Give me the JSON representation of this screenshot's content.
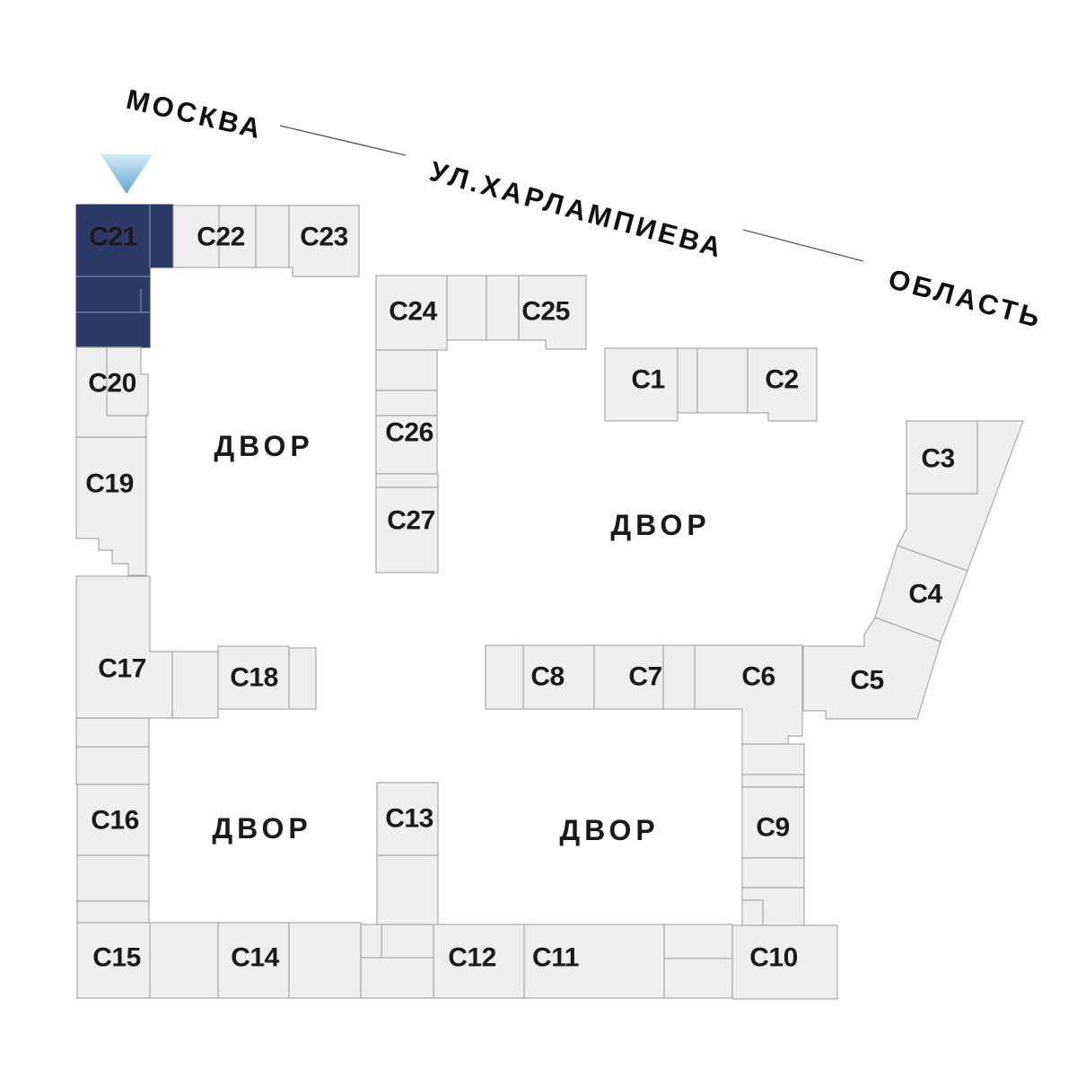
{
  "plan": {
    "street_labels": {
      "left": "МОСКВА",
      "middle": "УЛ.ХАРЛАМПИЕВА",
      "right": "ОБЛАСТЬ"
    },
    "courtyard_label": "ДВОР",
    "selected_block": "С21",
    "colors": {
      "background": "#ffffff",
      "block_fill": "#efefef",
      "block_border": "#a9a9a9",
      "label_text": "#1a1a1a",
      "selected_fill": "#2d3a66",
      "selected_divider": "#7e88a5",
      "selected_text": "#ffffff",
      "street_text": "#111111",
      "marker_gradient_top": "#d3eaf6",
      "marker_gradient_bottom": "#5ea5d1"
    },
    "blocks": {
      "c1": {
        "label": "С1"
      },
      "c2": {
        "label": "С2"
      },
      "c3": {
        "label": "С3"
      },
      "c4": {
        "label": "С4"
      },
      "c5": {
        "label": "С5"
      },
      "c6": {
        "label": "С6"
      },
      "c7": {
        "label": "С7"
      },
      "c8": {
        "label": "С8"
      },
      "c9": {
        "label": "С9"
      },
      "c10": {
        "label": "С10"
      },
      "c11": {
        "label": "С11"
      },
      "c12": {
        "label": "С12"
      },
      "c13": {
        "label": "С13"
      },
      "c14": {
        "label": "С14"
      },
      "c15": {
        "label": "С15"
      },
      "c16": {
        "label": "С16"
      },
      "c17": {
        "label": "С17"
      },
      "c18": {
        "label": "С18"
      },
      "c19": {
        "label": "С19"
      },
      "c20": {
        "label": "С20"
      },
      "c21": {
        "label": "С21"
      },
      "c22": {
        "label": "С22"
      },
      "c23": {
        "label": "С23"
      },
      "c24": {
        "label": "С24"
      },
      "c25": {
        "label": "С25"
      },
      "c26": {
        "label": "С26"
      },
      "c27": {
        "label": "С27"
      }
    }
  }
}
